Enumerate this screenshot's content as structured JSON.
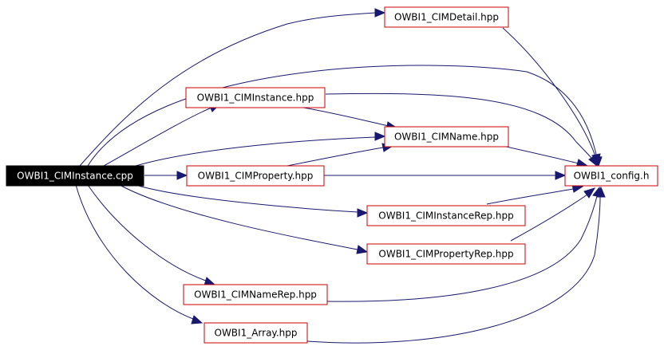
{
  "colors": {
    "edge": "#191970",
    "node_border": "#cc0000",
    "root_fill": "#000000",
    "root_text": "#ffffff"
  },
  "nodes": {
    "root": {
      "label": "OWBI1_CIMInstance.cpp"
    },
    "detail": {
      "label": "OWBI1_CIMDetail.hpp"
    },
    "instance": {
      "label": "OWBI1_CIMInstance.hpp"
    },
    "name": {
      "label": "OWBI1_CIMName.hpp"
    },
    "property": {
      "label": "OWBI1_CIMProperty.hpp"
    },
    "config": {
      "label": "OWBI1_config.h"
    },
    "instancerep": {
      "label": "OWBI1_CIMInstanceRep.hpp"
    },
    "propertyrep": {
      "label": "OWBI1_CIMPropertyRep.hpp"
    },
    "namerep": {
      "label": "OWBI1_CIMNameRep.hpp"
    },
    "array": {
      "label": "OWBI1_Array.hpp"
    }
  },
  "edges": [
    [
      "root",
      "detail"
    ],
    [
      "root",
      "config"
    ],
    [
      "root",
      "instance"
    ],
    [
      "root",
      "name"
    ],
    [
      "root",
      "property"
    ],
    [
      "root",
      "instancerep"
    ],
    [
      "root",
      "propertyrep"
    ],
    [
      "root",
      "namerep"
    ],
    [
      "root",
      "array"
    ],
    [
      "detail",
      "config"
    ],
    [
      "instance",
      "config"
    ],
    [
      "instance",
      "name"
    ],
    [
      "property",
      "name"
    ],
    [
      "property",
      "config"
    ],
    [
      "name",
      "config"
    ],
    [
      "instancerep",
      "config"
    ],
    [
      "propertyrep",
      "config"
    ],
    [
      "namerep",
      "config"
    ],
    [
      "array",
      "config"
    ]
  ]
}
